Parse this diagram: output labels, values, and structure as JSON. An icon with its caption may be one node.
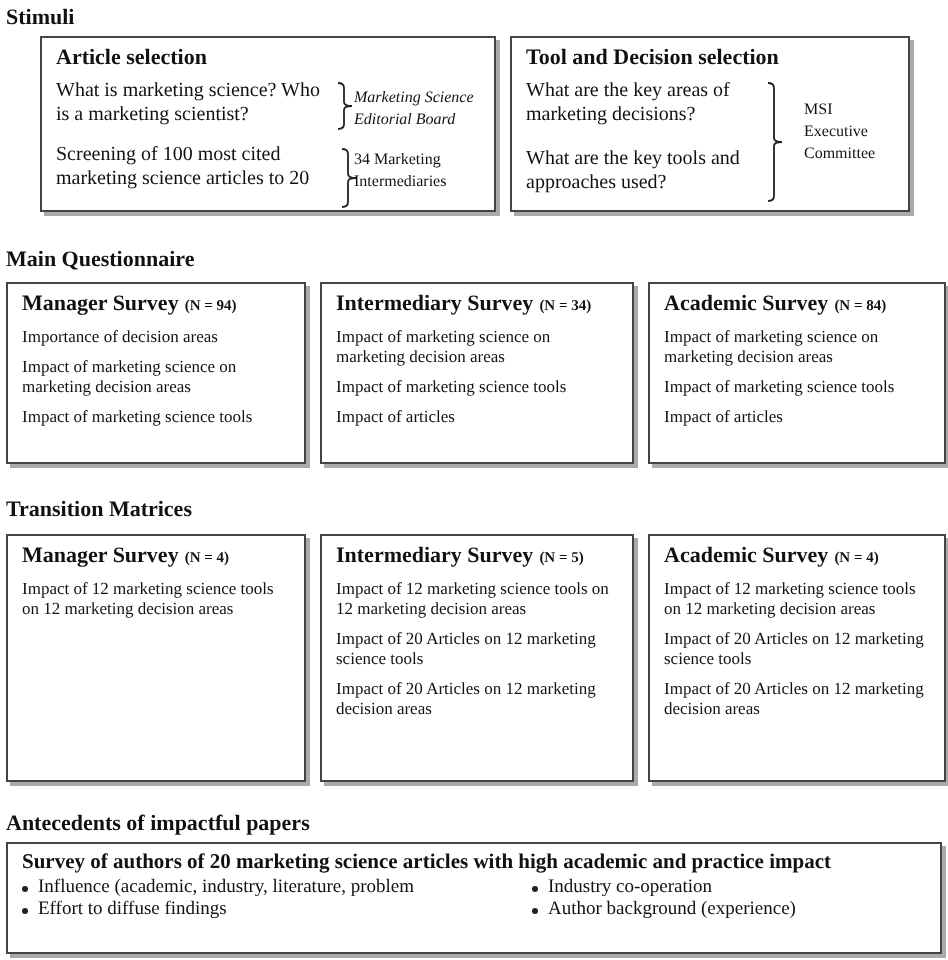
{
  "diagram": {
    "nodes": [
      {
        "text": [
          "Article selection",
          "What is marketing science? Who is a marketing scientist?",
          "Marketing Science Editorial Board",
          "Screening of 100 most cited marketing science articles to 20",
          "34 Marketing Intermediaries"
        ]
      },
      {
        "text": [
          "Tool and Decision selection",
          "What are the key areas of marketing decisions?",
          "What are the key tools and approaches used?",
          "MSI Executive Committee"
        ]
      },
      {
        "text": [
          "Manager Survey",
          "(N = 94)",
          "Importance of decision areas",
          "Impact of marketing science on marketing decision areas",
          "Impact of marketing science tools"
        ]
      },
      {
        "text": [
          "Intermediary Survey",
          "(N = 34)",
          "Impact of marketing science on marketing decision areas",
          "Impact of marketing science tools",
          "Impact of articles"
        ]
      },
      {
        "text": [
          "Academic Survey",
          "(N = 84)",
          "Impact of marketing science on marketing decision areas",
          "Impact of marketing science tools",
          "Impact of articles"
        ]
      },
      {
        "text": [
          "Manager Survey",
          "(N = 4)",
          "Impact of 12 marketing science tools on 12 marketing decision areas"
        ]
      },
      {
        "text": [
          "Intermediary Survey",
          "(N = 5)",
          "Impact of 12 marketing science tools on 12 marketing decision areas",
          "Impact of 20 Articles on 12 marketing science tools",
          "Impact of 20 Articles on 12 marketing decision areas"
        ]
      },
      {
        "text": [
          "Academic Survey",
          "(N = 4)",
          "Impact of 12 marketing science tools on 12 marketing decision areas",
          "Impact of 20 Articles on 12 marketing science tools",
          "Impact of 20 Articles on 12 marketing decision areas"
        ]
      },
      {
        "text": [
          "Survey of authors of 20 marketing science articles with high academic and practice impact",
          "Influence (academic, industry, literature, problem",
          "Industry co-operation",
          "Effort to diffuse findings",
          "Author background (experience)"
        ]
      }
    ],
    "labels": [
      "Stimuli",
      "Main Questionnaire",
      "Transition Matrices",
      "Antecedents of impactful papers"
    ]
  }
}
